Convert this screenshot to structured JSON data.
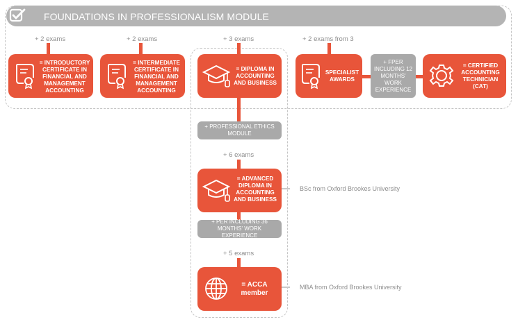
{
  "header": {
    "title": "FOUNDATIONS IN PROFESSIONALISM MODULE",
    "icon": "checkbox-icon"
  },
  "exam_labels": {
    "intro": "+ 2 exams",
    "intermediate": "+ 2 exams",
    "diploma": "+ 3 exams",
    "specialist": "+ 2 exams from 3",
    "advanced": "+ 6 exams",
    "acca": "+ 5 exams"
  },
  "boxes": {
    "intro": "= INTRODUCTORY CERTIFICATE IN FINANCIAL AND MANAGEMENT ACCOUNTING",
    "intermediate": "= INTERMEDIATE CERTIFICATE IN FINANCIAL AND MANAGEMENT ACCOUNTING",
    "diploma": "= DIPLOMA IN ACCOUNTING AND BUSINESS",
    "specialist": "SPECIALIST AWARDS",
    "cat": "= CERTIFIED ACCOUNTING TECHNICIAN (CAT)",
    "advanced": "= ADVANCED DIPLOMA IN ACCOUNTING AND BUSINESS",
    "acca": "= ACCA member"
  },
  "gray_boxes": {
    "fper": "+ FPER INCLUDING 12 MONTHS' WORK EXPERIENCE",
    "ethics": "+ PROFESSIONAL ETHICS MODULE",
    "per": "+ PER INCLUDING 36 MONTHS' WORK EXPERIENCE"
  },
  "side_labels": {
    "bsc": "BSc from Oxford Brookes University",
    "mba": "MBA from Oxford Brookes University"
  },
  "colors": {
    "accent": "#e8553a",
    "gray": "#a9a9a9",
    "header": "#b4b4b4"
  }
}
